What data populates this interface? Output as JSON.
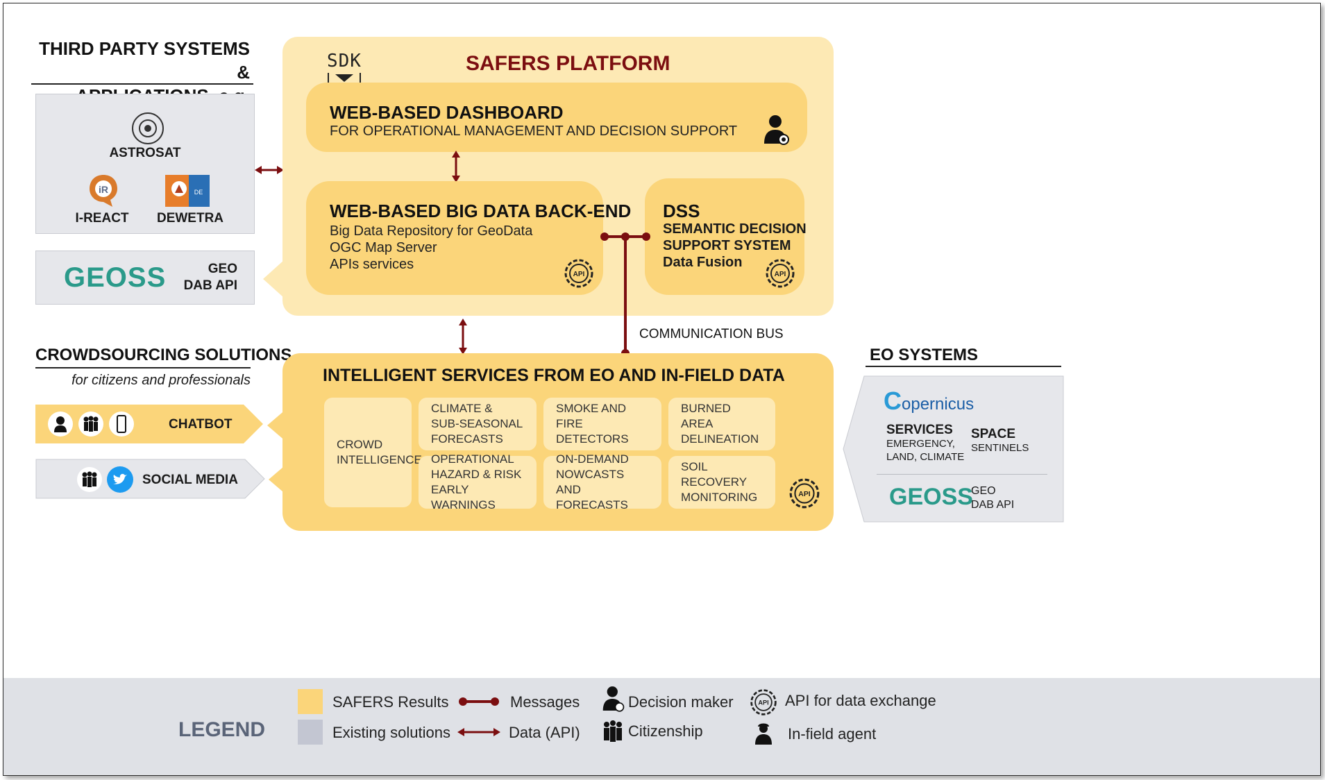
{
  "third_party": {
    "heading_line1": "THIRD PARTY SYSTEMS &",
    "heading_line2": "APPLICATIONS, e.g.",
    "astrosat": "ASTROSAT",
    "ireact": "I-REACT",
    "dewetra": "DEWETRA",
    "geoss_logo": "GEOSS",
    "geo_line1": "GEO",
    "geo_line2": "DAB API"
  },
  "platform": {
    "sdk": "SDK",
    "title": "SAFERS PLATFORM",
    "dashboard_title": "WEB-BASED DASHBOARD",
    "dashboard_sub": "FOR OPERATIONAL MANAGEMENT AND DECISION SUPPORT",
    "backend_title": "WEB-BASED BIG DATA BACK-END",
    "backend_lines": [
      "Big Data Repository for GeoData",
      "OGC Map Server",
      "APIs services"
    ],
    "dss_title": "DSS",
    "dss_lines": [
      "SEMANTIC DECISION",
      "SUPPORT SYSTEM",
      "Data Fusion"
    ],
    "api_label": "API"
  },
  "bus_label": "COMMUNICATION BUS",
  "crowd": {
    "heading": "CROWDSOURCING SOLUTIONS",
    "subheading": "for citizens and professionals",
    "chatbot": "CHATBOT",
    "social": "SOCIAL MEDIA"
  },
  "services": {
    "title": "INTELLIGENT SERVICES FROM EO AND IN-FIELD DATA",
    "crowd_intel": [
      "CROWD",
      "INTELLIGENCE"
    ],
    "climate": [
      "CLIMATE &",
      "SUB-SEASONAL",
      "FORECASTS"
    ],
    "smoke": [
      "SMOKE AND FIRE",
      "DETECTORS"
    ],
    "burned": [
      "BURNED AREA",
      "DELINEATION"
    ],
    "operational": [
      "OPERATIONAL",
      "HAZARD & RISK EARLY",
      "WARNINGS"
    ],
    "nowcasts": [
      "ON-DEMAND",
      "NOWCASTS AND",
      "FORECASTS"
    ],
    "soil": [
      "SOIL RECOVERY",
      "MONITORING"
    ]
  },
  "eo": {
    "heading": "EO SYSTEMS",
    "copernicus": "opernicus",
    "services_title": "SERVICES",
    "services_lines": [
      "EMERGENCY,",
      "LAND, CLIMATE"
    ],
    "space_title": "SPACE",
    "space_line": "SENTINELS",
    "geo_line1": "GEO",
    "geo_line2": "DAB API"
  },
  "legend": {
    "title": "LEGEND",
    "safers_results": "SAFERS Results",
    "existing": "Existing solutions",
    "messages": "Messages",
    "data_api": "Data (API)",
    "decision_maker": "Decision maker",
    "citizenship": "Citizenship",
    "api_exchange": "API for data exchange",
    "infield": "In-field agent"
  },
  "colors": {
    "platform_bg": "#fde9b4",
    "component": "#fbd57a",
    "existing": "#e6e7eb",
    "connector": "#7b0e10",
    "safers_title": "#7b0e10",
    "legend_title": "#5a6478"
  }
}
